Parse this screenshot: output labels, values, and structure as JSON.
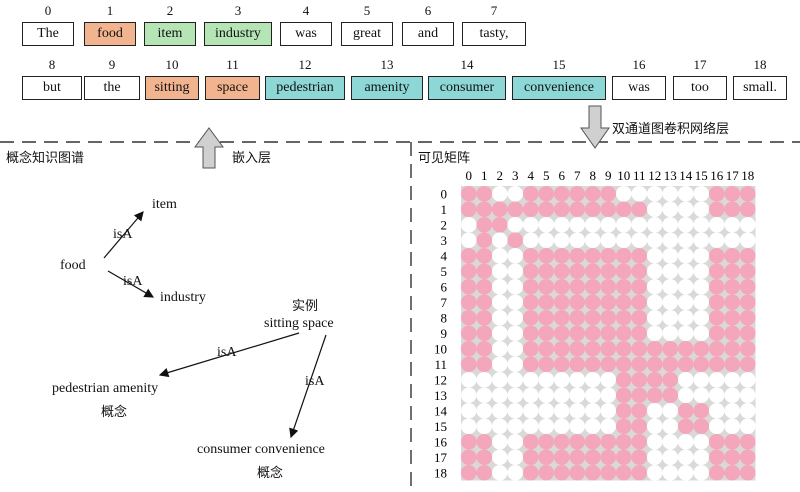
{
  "tokens": [
    {
      "idx": "0",
      "word": "The",
      "color": "none"
    },
    {
      "idx": "1",
      "word": "food",
      "color": "orange"
    },
    {
      "idx": "2",
      "word": "item",
      "color": "green"
    },
    {
      "idx": "3",
      "word": "industry",
      "color": "green"
    },
    {
      "idx": "4",
      "word": "was",
      "color": "none"
    },
    {
      "idx": "5",
      "word": "great",
      "color": "none"
    },
    {
      "idx": "6",
      "word": "and",
      "color": "none"
    },
    {
      "idx": "7",
      "word": "tasty,",
      "color": "none"
    },
    {
      "idx": "8",
      "word": "but",
      "color": "none"
    },
    {
      "idx": "9",
      "word": "the",
      "color": "none"
    },
    {
      "idx": "10",
      "word": "sitting",
      "color": "orange"
    },
    {
      "idx": "11",
      "word": "space",
      "color": "orange"
    },
    {
      "idx": "12",
      "word": "pedestrian",
      "color": "teal"
    },
    {
      "idx": "13",
      "word": "amenity",
      "color": "teal"
    },
    {
      "idx": "14",
      "word": "consumer",
      "color": "teal"
    },
    {
      "idx": "15",
      "word": "convenience",
      "color": "teal"
    },
    {
      "idx": "16",
      "word": "was",
      "color": "none"
    },
    {
      "idx": "17",
      "word": "too",
      "color": "none"
    },
    {
      "idx": "18",
      "word": "small.",
      "color": "none"
    }
  ],
  "colors": {
    "orange": "#f2b48f",
    "green": "#b6e5b5",
    "teal": "#8ed7d7",
    "pink": "#f4a7bb",
    "empty": "#ffffff",
    "grid": "#d9d9d9"
  },
  "labels": {
    "gcn_layer": "双通道图卷积网络层",
    "knowledge_graph": "概念知识图谱",
    "embedding_layer": "嵌入层",
    "visible_matrix": "可见矩阵"
  },
  "graph": {
    "food": "food",
    "item": "item",
    "industry": "industry",
    "isA_1": "isA",
    "isA_2": "isA",
    "isA_3": "isA",
    "isA_4": "isA",
    "instance": "实例",
    "sitting_space": "sitting space",
    "pedestrian_amenity": "pedestrian amenity",
    "concept_1": "概念",
    "consumer_convenience": "consumer convenience",
    "concept_2": "概念"
  },
  "matrix": {
    "col_labels": [
      "0",
      "1",
      "2",
      "3",
      "4",
      "5",
      "6",
      "7",
      "8",
      "9",
      "10",
      "11",
      "12",
      "13",
      "14",
      "15",
      "16",
      "17",
      "18"
    ],
    "row_labels": [
      "0",
      "1",
      "2",
      "3",
      "4",
      "5",
      "6",
      "7",
      "8",
      "9",
      "10",
      "11",
      "12",
      "13",
      "14",
      "15",
      "16",
      "17",
      "18"
    ],
    "rows": [
      "1100111111000000111",
      "1111111111110000111",
      "0110000000000000000",
      "0101000000000000000",
      "1100111111110000111",
      "1100111111110000111",
      "1100111111110000111",
      "1100111111110000111",
      "1100111111110000111",
      "1100111111110000111",
      "1100111111111111111",
      "1100111111111111111",
      "0000000000111100000",
      "0000000000111100000",
      "0000000000110011000",
      "0000000000110011000",
      "1100111111110000111",
      "1100111111110000111",
      "1100111111110000111"
    ]
  }
}
